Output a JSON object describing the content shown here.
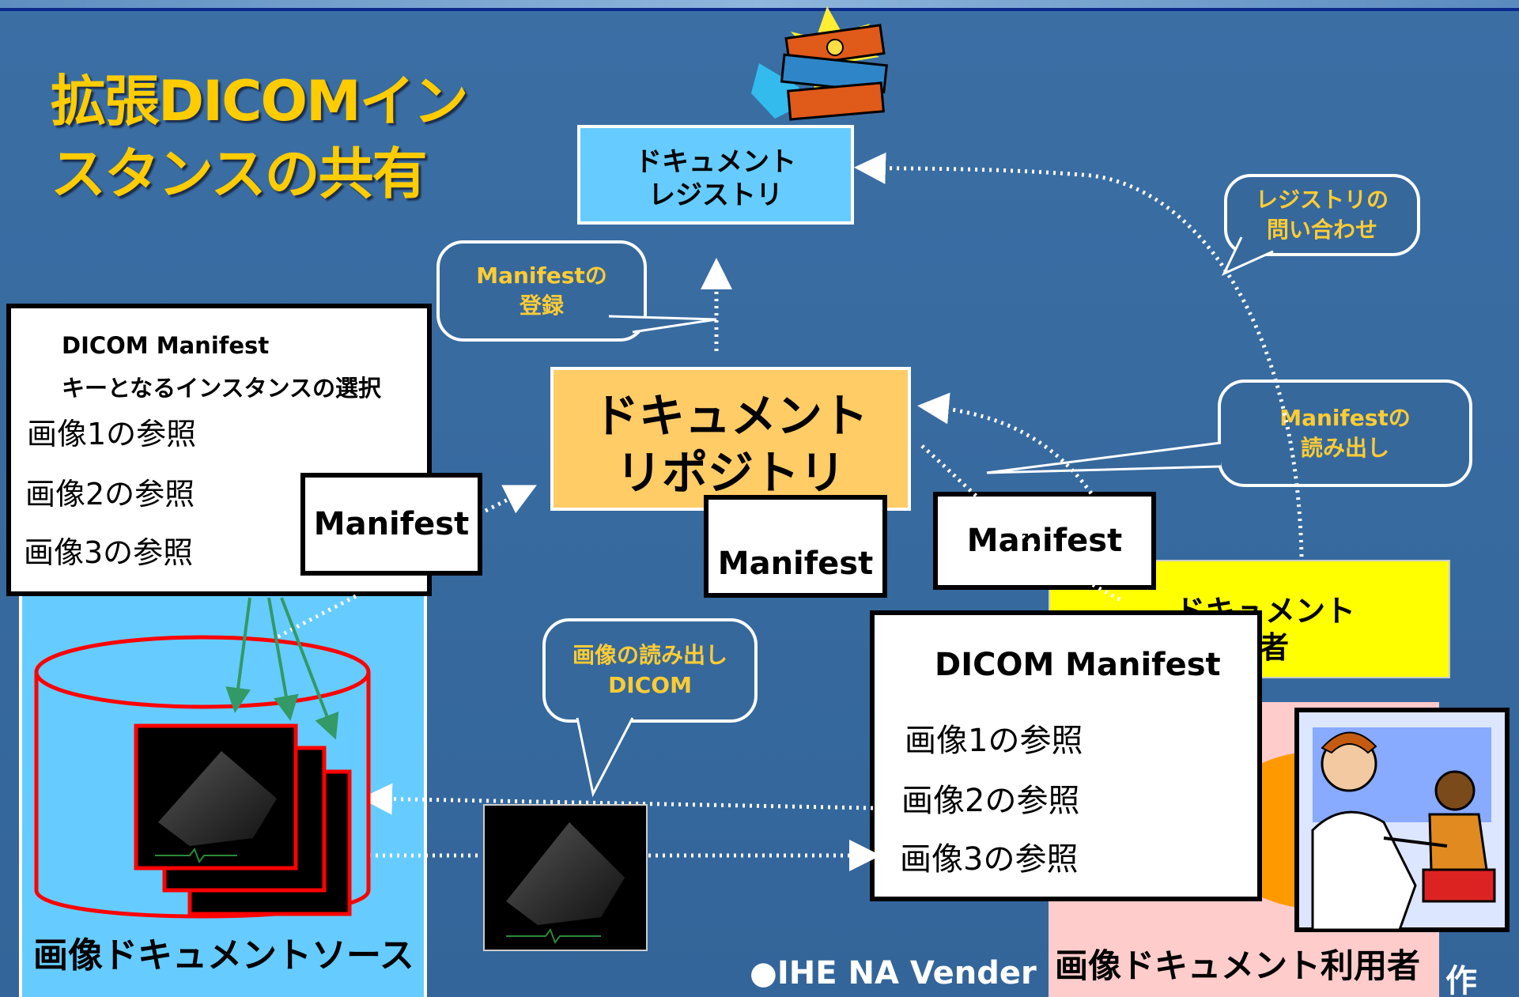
{
  "title": {
    "line1": "拡張DICOMイン",
    "line2": "スタンスの共有"
  },
  "registry": {
    "line1": "ドキュメント",
    "line2": "レジストリ"
  },
  "repository": {
    "line1": "ドキュメント",
    "line2": "リポジトリ"
  },
  "callouts": {
    "manifest_register": {
      "line1": "Manifestの",
      "line2": "登録"
    },
    "registry_query": {
      "line1": "レジストリの",
      "line2": "問い合わせ"
    },
    "manifest_read": {
      "line1": "Manifestの",
      "line2": "読み出し"
    },
    "image_read": {
      "line1": "画像の読み出し",
      "line2": "DICOM"
    }
  },
  "source_manifest": {
    "heading": "DICOM Manifest",
    "subheading": "キーとなるインスタンスの選択",
    "refs": [
      "画像1の参照",
      "画像2の参照",
      "画像3の参照"
    ]
  },
  "manifest_tags": [
    "Manifest",
    "Manifest",
    "Manifest"
  ],
  "consumer_yellow": {
    "line1": "ドキュメント",
    "line2": "者"
  },
  "consumer_manifest": {
    "heading": "DICOM Manifest",
    "refs": [
      "画像1の参照",
      "画像2の参照",
      "画像3の参照"
    ]
  },
  "source_label": "画像ドキュメントソース",
  "consumer_label": "画像ドキュメント利用者",
  "footer": {
    "left": "●IHE NA Vender W",
    "right": "作"
  },
  "colors": {
    "background": "#36689c",
    "title": "#ffcc00",
    "registry_fill": "#66ccff",
    "repository_fill": "#ffcc66",
    "source_panel": "#66ccff",
    "consumer_yellow": "#ffff00",
    "consumer_pink": "#ffcccc",
    "callout_text": "#ffcc33",
    "cylinder": "#ff0000",
    "arrow_green": "#339966"
  }
}
